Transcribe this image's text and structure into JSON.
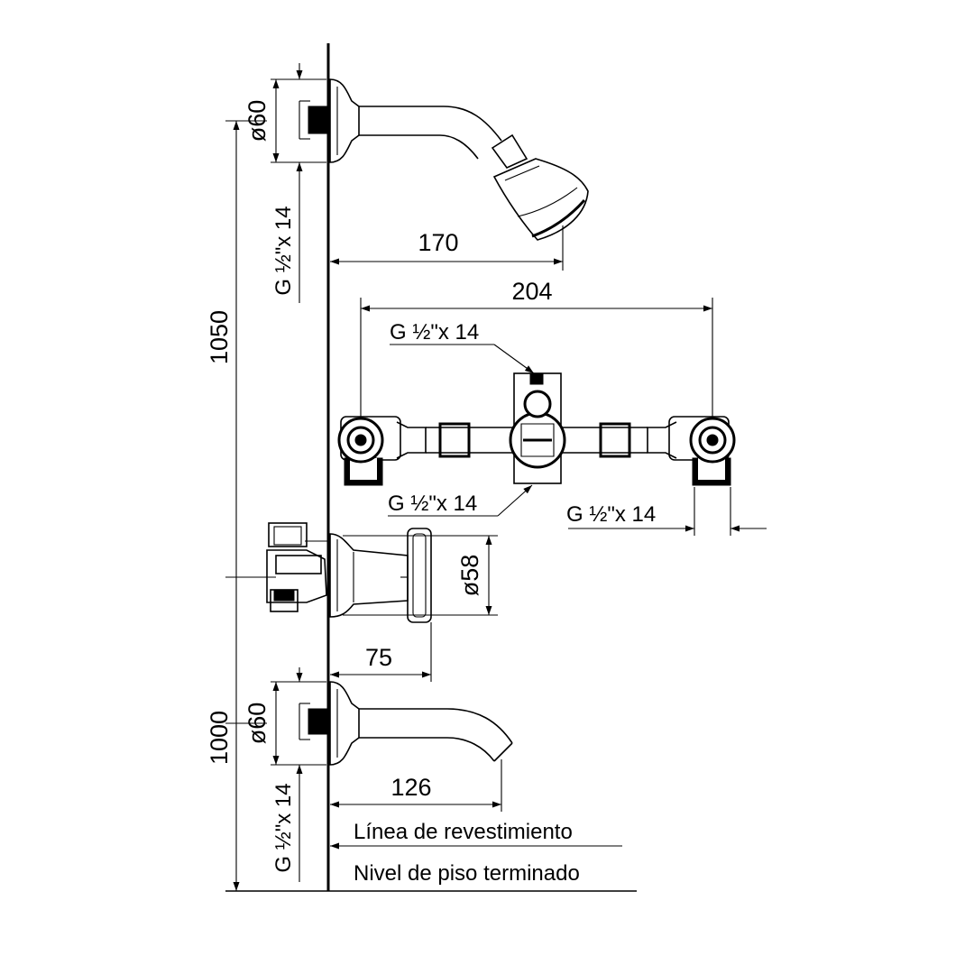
{
  "dimensions": {
    "shower_outlet_diameter": "ø60",
    "shower_thread": "G ½\"x 14",
    "shower_height": "1050",
    "shower_arm_projection": "170",
    "mixer_width": "204",
    "mixer_thread_top": "G ½\"x 14",
    "mixer_thread_bottom": "G ½\"x 14",
    "mixer_thread_right": "G ½\"x 14",
    "handle_diameter": "ø58",
    "handle_projection": "75",
    "spout_outlet_diameter": "ø60",
    "spout_thread": "G ½\"x 14",
    "spout_height": "1000",
    "spout_projection": "126"
  },
  "reference_lines": {
    "wall_line": "Línea de revestimiento",
    "floor_line": "Nivel de piso terminado"
  }
}
